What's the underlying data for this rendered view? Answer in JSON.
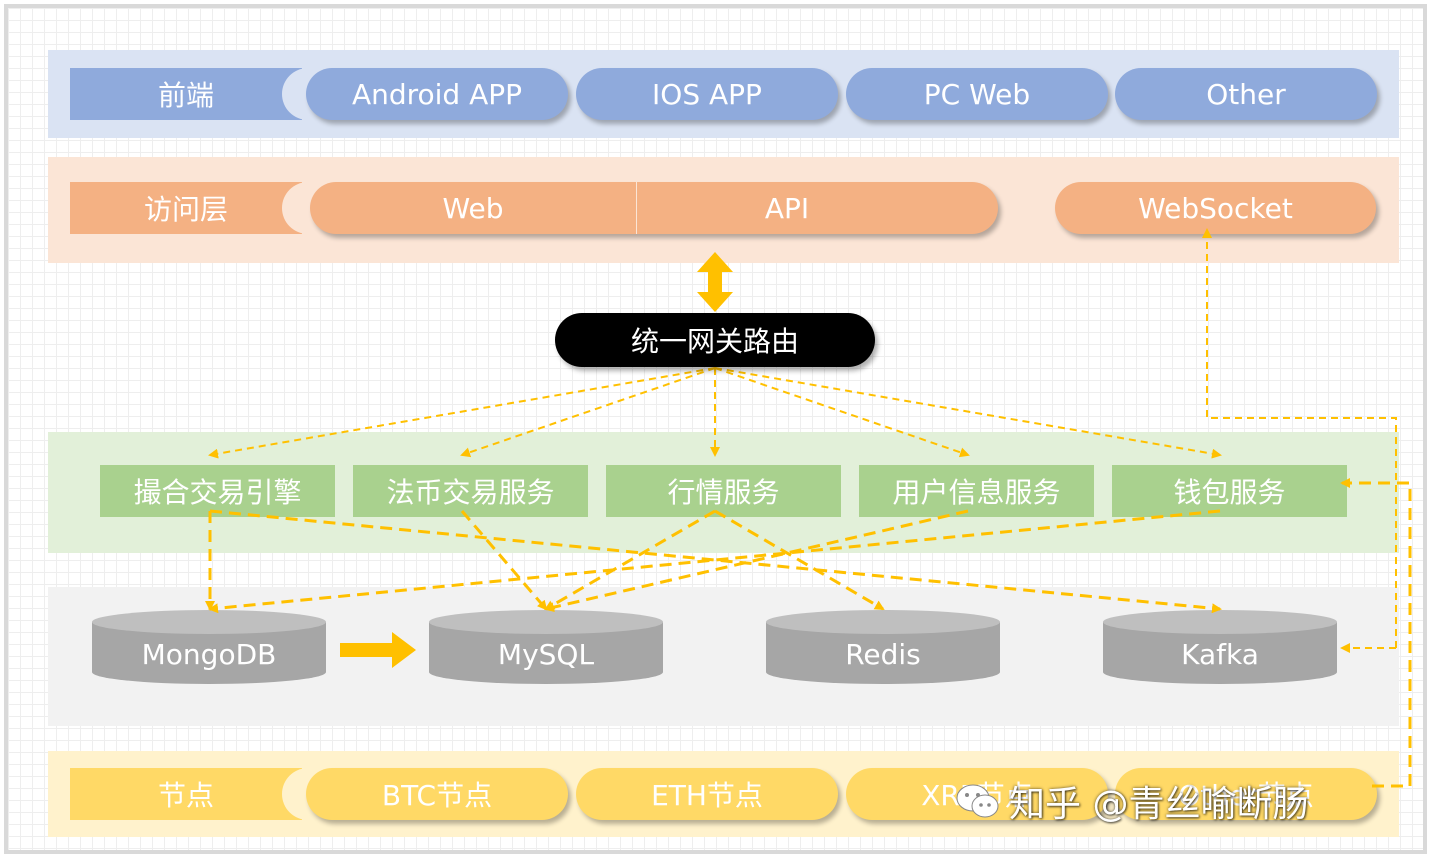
{
  "layers": {
    "frontend": {
      "label": "前端",
      "items": [
        "Android APP",
        "IOS APP",
        "PC Web",
        "Other"
      ],
      "colors": {
        "band": "#dae3f3",
        "pill": "#8faadc",
        "notch": "#dae3f3"
      }
    },
    "access": {
      "label": "访问层",
      "items": [
        "Web",
        "API",
        "WebSocket"
      ],
      "colors": {
        "band": "#fbe5d6",
        "pill": "#f4b183",
        "notch": "#fbe5d6"
      }
    },
    "gateway": {
      "label": "统一网关路由",
      "color": "#000000"
    },
    "services": {
      "items": [
        "撮合交易引擎",
        "法币交易服务",
        "行情服务",
        "用户信息服务",
        "钱包服务"
      ],
      "colors": {
        "band": "#e2f0d9",
        "box": "#a9d18e"
      }
    },
    "storage": {
      "items": [
        "MongoDB",
        "MySQL",
        "Redis",
        "Kafka"
      ],
      "colors": {
        "band": "#f2f2f2",
        "db": "#a6a6a6",
        "db_edge": "#bfbfbf"
      }
    },
    "nodes": {
      "label": "节点",
      "items": [
        "BTC节点",
        "ETH节点",
        "XRP节点",
        "Other节点"
      ],
      "colors": {
        "band": "#fff2cc",
        "pill": "#ffd966",
        "notch": "#fff2cc"
      }
    }
  },
  "arrow_color": "#ffc000",
  "watermark": {
    "text": "知乎 @青丝喻断肠",
    "icon": "wechat-icon"
  }
}
